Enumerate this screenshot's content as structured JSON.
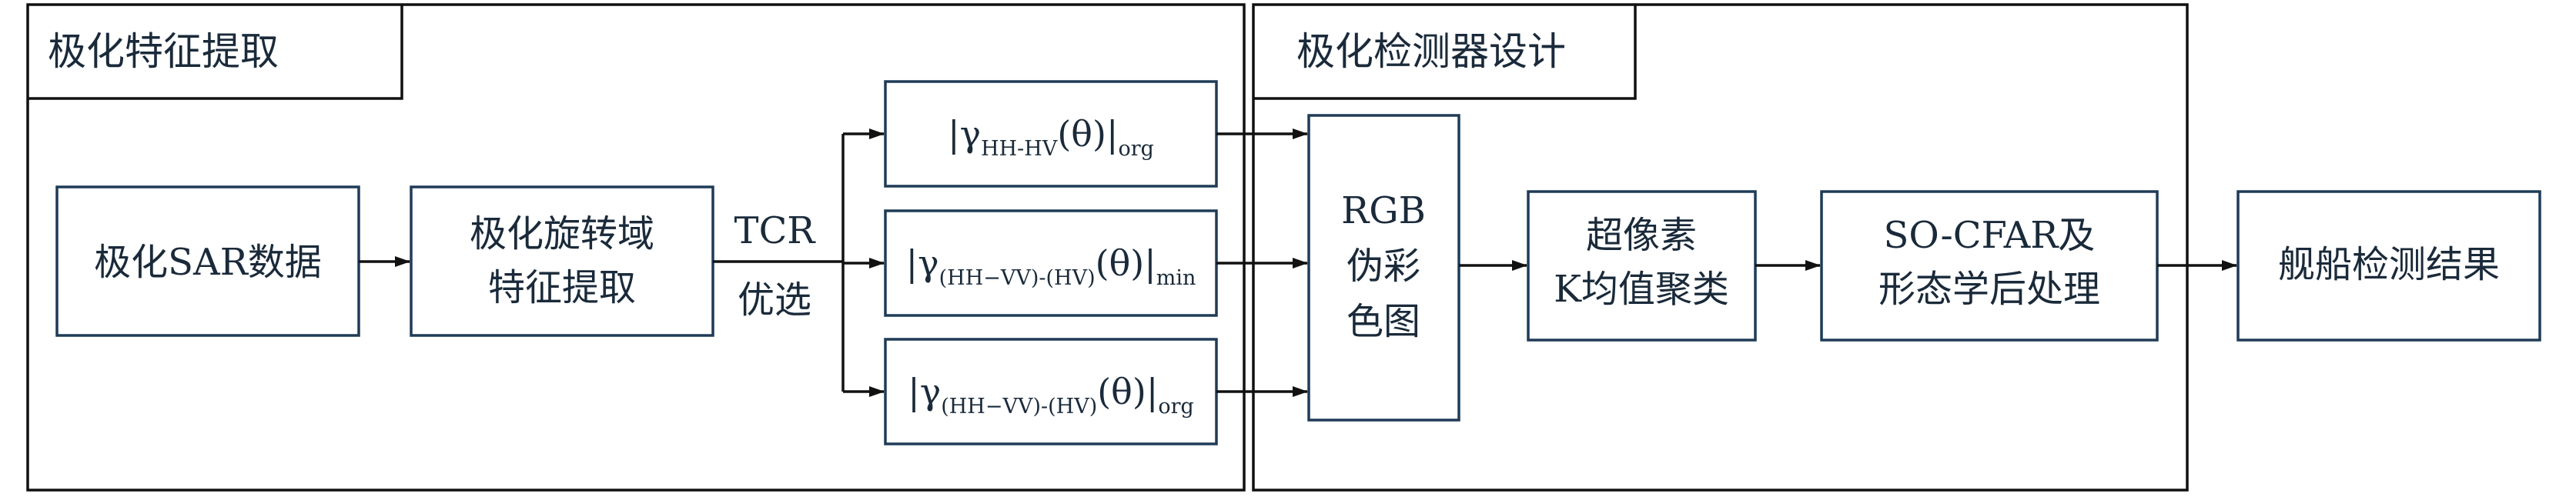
{
  "sections": {
    "left_title": "极化特征提取",
    "right_title": "极化检测器设计"
  },
  "nodes": {
    "sar_data": "极化SAR数据",
    "rotation_line1": "极化旋转域",
    "rotation_line2": "特征提取",
    "tcr_label_line1": "TCR",
    "tcr_label_line2": "优选",
    "feat1": {
      "base": "|γ",
      "sub": "HH-HV",
      "mid": "(θ)|",
      "tail": "org"
    },
    "feat2": {
      "base": "|γ",
      "sub": "(HH−VV)-(HV)",
      "mid": "(θ)|",
      "tail": "min"
    },
    "feat3": {
      "base": "|γ",
      "sub": "(HH−VV)-(HV)",
      "mid": "(θ)|",
      "tail": "org"
    },
    "rgb_line1": "RGB",
    "rgb_line2": "伪彩",
    "rgb_line3": "色图",
    "superpixel_line1": "超像素",
    "superpixel_line2": "K均值聚类",
    "socfar_line1": "SO-CFAR及",
    "socfar_line2": "形态学后处理",
    "result": "舰船检测结果"
  }
}
